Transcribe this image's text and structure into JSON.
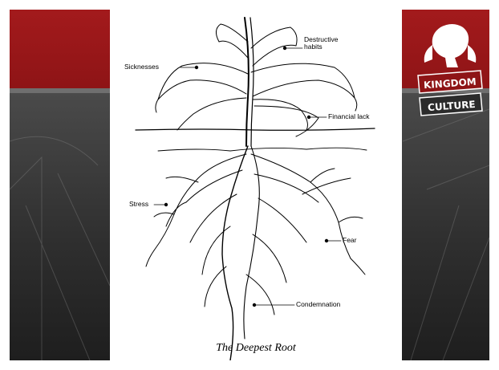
{
  "diagram": {
    "labels": {
      "destructive_1": "Destructive",
      "destructive_2": "habits",
      "sicknesses": "Sicknesses",
      "financial": "Financial lack",
      "stress": "Stress",
      "fear": "Fear",
      "condemnation": "Condemnation"
    },
    "caption": "The Deepest Root"
  },
  "logo": {
    "line1": "KINGDOM",
    "line2": "CULTURE"
  },
  "colors": {
    "accent_red": "#a31a1c",
    "dark_background": "#2b2b2b"
  }
}
